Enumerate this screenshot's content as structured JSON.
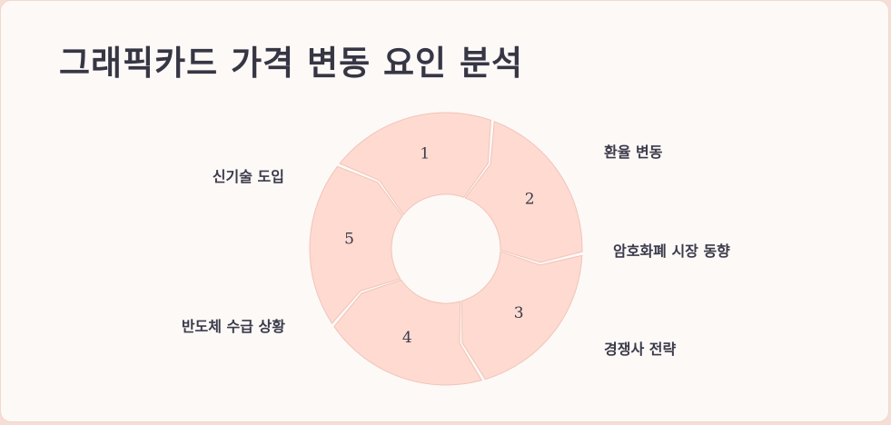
{
  "title": "그래픽카드 가격 변동 요인 분석",
  "colors": {
    "segment_fill": "#fedad1",
    "segment_stroke": "#f0c4b8",
    "background": "#fdf9f7",
    "text": "#3a3a4a"
  },
  "cycle": {
    "steps": [
      {
        "number": "1",
        "label": "신기술 도입"
      },
      {
        "number": "2",
        "label": "환율 변동"
      },
      {
        "number": "3",
        "label": "암호화폐 시장 동향"
      },
      {
        "number": "4",
        "label": "경쟁사 전략"
      },
      {
        "number": "5",
        "label": "반도체 수급 상황"
      }
    ]
  }
}
